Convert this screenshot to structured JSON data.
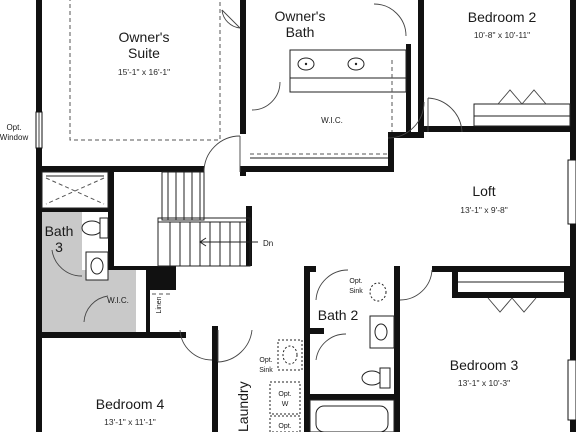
{
  "rooms": {
    "owners_suite": {
      "name_line1": "Owner's",
      "name_line2": "Suite",
      "dims": "15'-1\" x 16'-1\""
    },
    "owners_bath": {
      "name_line1": "Owner's",
      "name_line2": "Bath"
    },
    "wic_owner": {
      "name": "W.I.C."
    },
    "bedroom2": {
      "name": "Bedroom 2",
      "dims": "10'-8\" x 10'-11\""
    },
    "loft": {
      "name": "Loft",
      "dims": "13'-1\" x 9'-8\""
    },
    "bath3": {
      "name_line1": "Bath",
      "name_line2": "3"
    },
    "wic_small": {
      "name": "W.I.C."
    },
    "linen": {
      "name": "Linen"
    },
    "bath2": {
      "name": "Bath 2"
    },
    "bedroom3": {
      "name": "Bedroom 3",
      "dims": "13'-1\" x 10'-3\""
    },
    "bedroom4": {
      "name": "Bedroom 4",
      "dims": "13'-1\" x 11'-1\""
    },
    "laundry": {
      "name": "Laundry"
    }
  },
  "labels": {
    "opt_window_line1": "Opt.",
    "opt_window_line2": "Window",
    "stairs_dn": "Dn",
    "opt_sink_bath2_line1": "Opt.",
    "opt_sink_bath2_line2": "Sink",
    "opt_sink_laundry_line1": "Opt.",
    "opt_sink_laundry_line2": "Sink",
    "opt_w": "Opt.",
    "opt_w_sub": "W",
    "opt_d": "Opt."
  }
}
